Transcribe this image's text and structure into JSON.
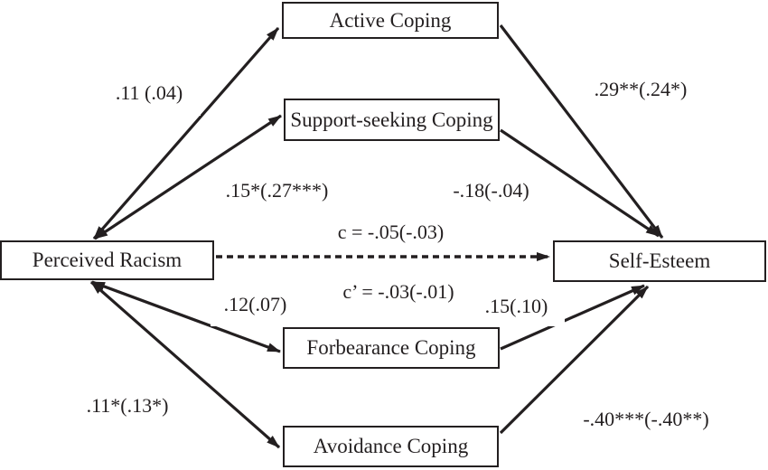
{
  "figure": {
    "type": "mediation-path-diagram",
    "background_color": "#ffffff",
    "line_color": "#231f20",
    "box_fill": "#ffffff",
    "box_border_color": "#231f20",
    "nodes": {
      "perceived_racism": "Perceived Racism",
      "active_coping": "Active Coping",
      "support_seeking_coping": "Support-seeking Coping",
      "forbearance_coping": "Forbearance Coping",
      "avoidance_coping": "Avoidance Coping",
      "self_esteem": "Self-Esteem"
    },
    "path_labels": {
      "pr_to_active": ".11 (.04)",
      "active_to_se": ".29**(.24*)",
      "pr_to_support": ".15*(.27***)",
      "support_to_se": "-.18(-.04)",
      "total_effect": "c = -.05(-.03)",
      "direct_effect": "c’ = -.03(-.01)",
      "pr_to_forbearance": ".12(.07)",
      "forbearance_to_se": ".15(.10)",
      "pr_to_avoidance": ".11*(.13*)",
      "avoidance_to_se": "-.40***(-.40**)"
    }
  }
}
